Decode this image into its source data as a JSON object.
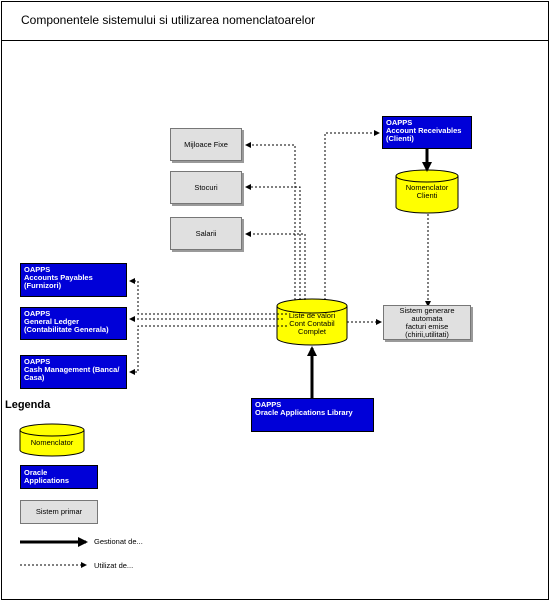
{
  "title": "Componentele sistemului si utilizarea nomenclatoarelor",
  "nodes": {
    "mijloace_fixe": "Mijloace Fixe",
    "stocuri": "Stocuri",
    "salarii": "Salarii",
    "account_receivables": "OAPPS\nAccount Receivables\n(Clienti)",
    "nomenclator_clienti": "Nomenclator\nClienti",
    "accounts_payables": "OAPPS\nAccounts Payables\n(Furnizori)",
    "general_ledger": "OAPPS\nGeneral Ledger\n(Contabilitate Generala)",
    "cash_management": "OAPPS\nCash Management (Banca/\nCasa)",
    "liste_valori": "Liste de valori\nCont Contabil\nComplet",
    "sistem_generare": "Sistem generare\nautomata\nfacturi emise\n(chirii,utilitati)",
    "applications_library": "OAPPS\nOracle Applications Library"
  },
  "legend": {
    "title": "Legenda",
    "nomenclator": "Nomenclator",
    "oracle_applications": "Oracle Applications",
    "sistem_primar": "Sistem primar",
    "gestionat_de": "Gestionat de...",
    "utilizat_de": "Utilizat de..."
  },
  "colors": {
    "blue": "#0000d8",
    "cylinder_fill": "#ffff00",
    "gray": "#e0e0e0"
  }
}
